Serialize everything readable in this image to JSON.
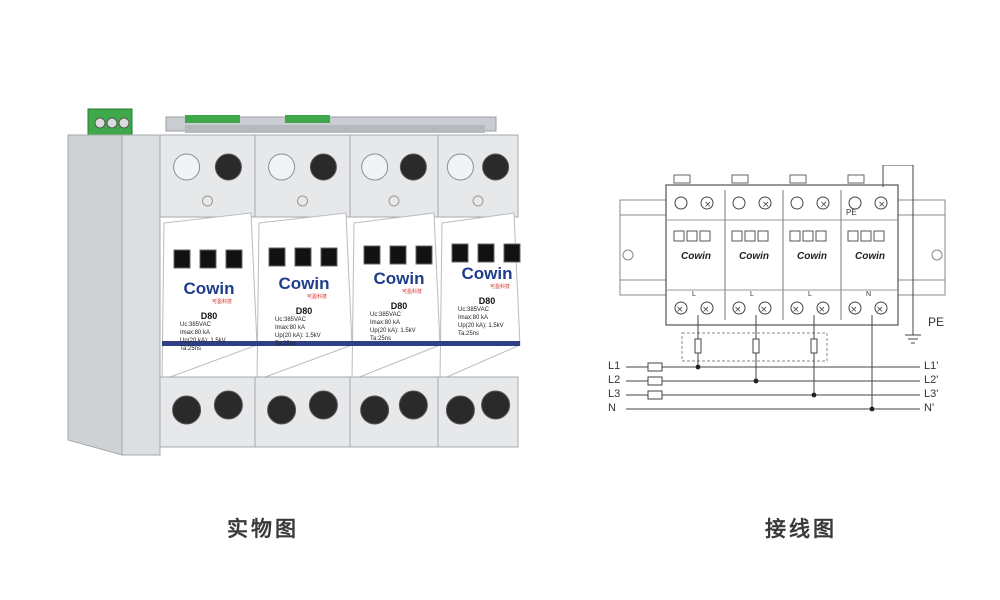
{
  "captions": {
    "photo": "实物图",
    "diagram": "接线图"
  },
  "device": {
    "brand": "Cowin",
    "brand_sub": "可盈科技",
    "model": "D80",
    "specs": [
      "Uc:385VAC",
      "Imax:80 kA",
      "Up(20 kA): 1.5kV",
      "Ta:25ns"
    ],
    "colors": {
      "body": "#e6e8ea",
      "label": "#ffffff",
      "stripe": "#2e3f86",
      "terminal": "#3fa84a",
      "brand": "#1e3d8a",
      "brand_mark": "#d42a20"
    }
  },
  "diagram": {
    "lines_left": [
      "L1",
      "L2",
      "L3",
      "N"
    ],
    "lines_right": [
      "L1'",
      "L2'",
      "L3'",
      "N'"
    ],
    "pe_label": "PE",
    "pe_module_label": "PE",
    "module_bottom_labels": [
      "L",
      "L",
      "L",
      "N"
    ],
    "brand": "Cowin"
  }
}
